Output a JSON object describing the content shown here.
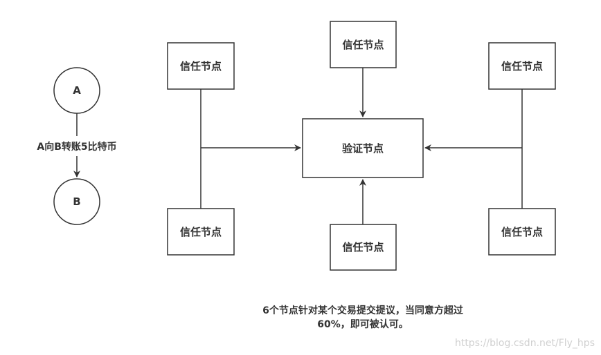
{
  "nodes": {
    "a": "A",
    "b": "B",
    "verify": "验证节点",
    "trust_top_left": "信任节点",
    "trust_top_center": "信任节点",
    "trust_top_right": "信任节点",
    "trust_bottom_left": "信任节点",
    "trust_bottom_center": "信任节点",
    "trust_bottom_right": "信任节点"
  },
  "edge_label": "A向B转账5比特币",
  "caption": {
    "line1": "6个节点针对某个交易提交提议，当同意方超过",
    "line2": "60%，即可被认可。"
  },
  "watermark": "https://blog.csdn.net/Fly_hps",
  "colors": {
    "stroke": "#333333",
    "text": "#333333",
    "background": "#ffffff",
    "watermark": "#d0d0d0"
  }
}
